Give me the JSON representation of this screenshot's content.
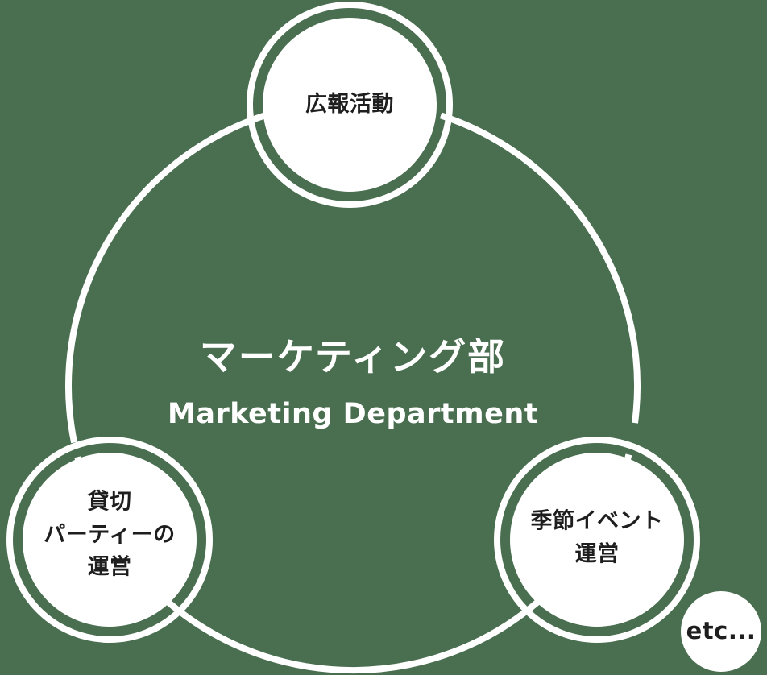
{
  "colors": {
    "background": "#4A6E50",
    "ring": "#FFFFFF",
    "node_fill": "#FFFFFF",
    "node_text": "#1E1E1E",
    "center_text": "#FFFFFF"
  },
  "center": {
    "title": "マーケティング部",
    "subtitle": "Marketing Department"
  },
  "nodes": {
    "pr": {
      "label": "広報活動"
    },
    "private_party": {
      "label": "貸切\nパーティーの\n運営"
    },
    "seasonal_event": {
      "label": "季節イベント\n運営"
    },
    "etc": {
      "label": "etc..."
    }
  }
}
